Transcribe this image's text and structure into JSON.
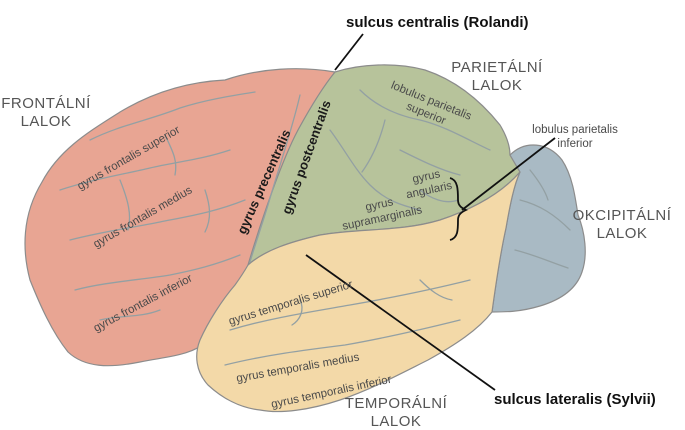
{
  "colors": {
    "frontal": "#e8a593",
    "parietal": "#b7c39b",
    "occipital": "#a9bac4",
    "temporal": "#f3d9a8",
    "sulcus_line": "#93a0a3",
    "outline": "#8c8c8c",
    "text_dark": "#111111",
    "text_mid": "#4a4a4a"
  },
  "lobes": {
    "frontal": "FRONTÁLNÍ\nLALOK",
    "parietal": "PARIETÁLNÍ\nLALOK",
    "occipital": "OKCIPITÁLNÍ\nLALOK",
    "temporal": "TEMPORÁLNÍ\nLALOK"
  },
  "sulci": {
    "centralis": "sulcus centralis (Rolandi)",
    "lateralis": "sulcus lateralis (Sylvii)"
  },
  "gyri": {
    "frontalis_superior": "gyrus frontalis superior",
    "frontalis_medius": "gyrus frontalis medius",
    "frontalis_inferior": "gyrus frontalis inferior",
    "precentralis": "gyrus precentralis",
    "postcentralis": "gyrus postcentralis",
    "temporalis_superior": "gyrus temporalis superior",
    "temporalis_medius": "gyrus temporalis medius",
    "temporalis_inferior": "gyrus temporalis inferior",
    "angularis": "gyrus\nangularis",
    "supramarginalis": "gyrus\nsupramarginalis"
  },
  "lobules": {
    "parietalis_superior": "lobulus parietalis\nsuperior",
    "parietalis_inferior": "lobulus parietalis\ninferior"
  }
}
